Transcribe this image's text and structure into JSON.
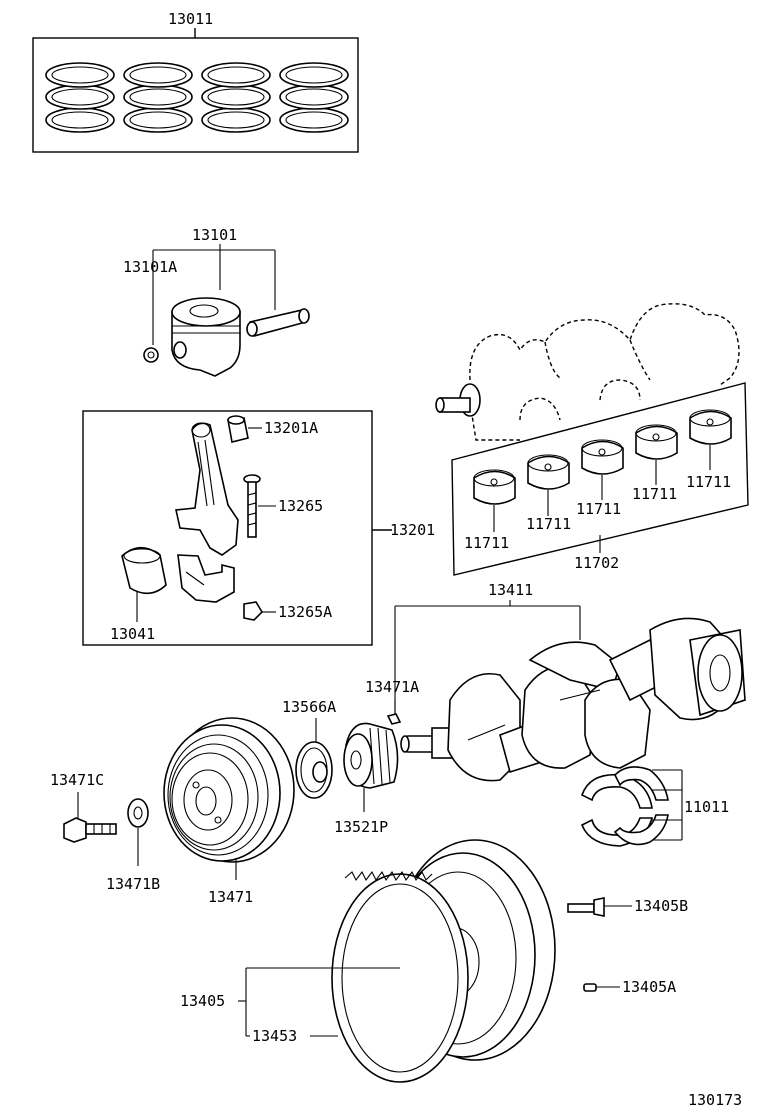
{
  "diagram": {
    "part_numbers": {
      "piston_ring_set": "13011",
      "piston_sub_assy": "13101",
      "piston_pin_snap_ring": "13101A",
      "connecting_rod_bushing": "13201A",
      "connecting_rod_bolt": "13265",
      "connecting_rod_sub_assy": "13201",
      "connecting_rod_bearing": "13041",
      "connecting_rod_nut": "13265A",
      "crankshaft_bearing_1": "11711",
      "crankshaft_bearing_2": "11711",
      "crankshaft_bearing_3": "11711",
      "crankshaft_bearing_4": "11711",
      "crankshaft_bearing_5": "11711",
      "crankshaft_bearing_set": "11702",
      "crankshaft": "13411",
      "crankshaft_key": "13471A",
      "oil_pump_drive_gear": "13566A",
      "crankshaft_timing_gear": "13521P",
      "crankshaft_pulley_bolt": "13471C",
      "crankshaft_pulley_washer": "13471B",
      "crankshaft_pulley": "13471",
      "thrust_washer_set": "11011",
      "flywheel_bolt": "13405B",
      "flywheel_pin": "13405A",
      "flywheel_sub_assy": "13405",
      "ring_gear": "13453"
    },
    "figure_id": "130173"
  }
}
